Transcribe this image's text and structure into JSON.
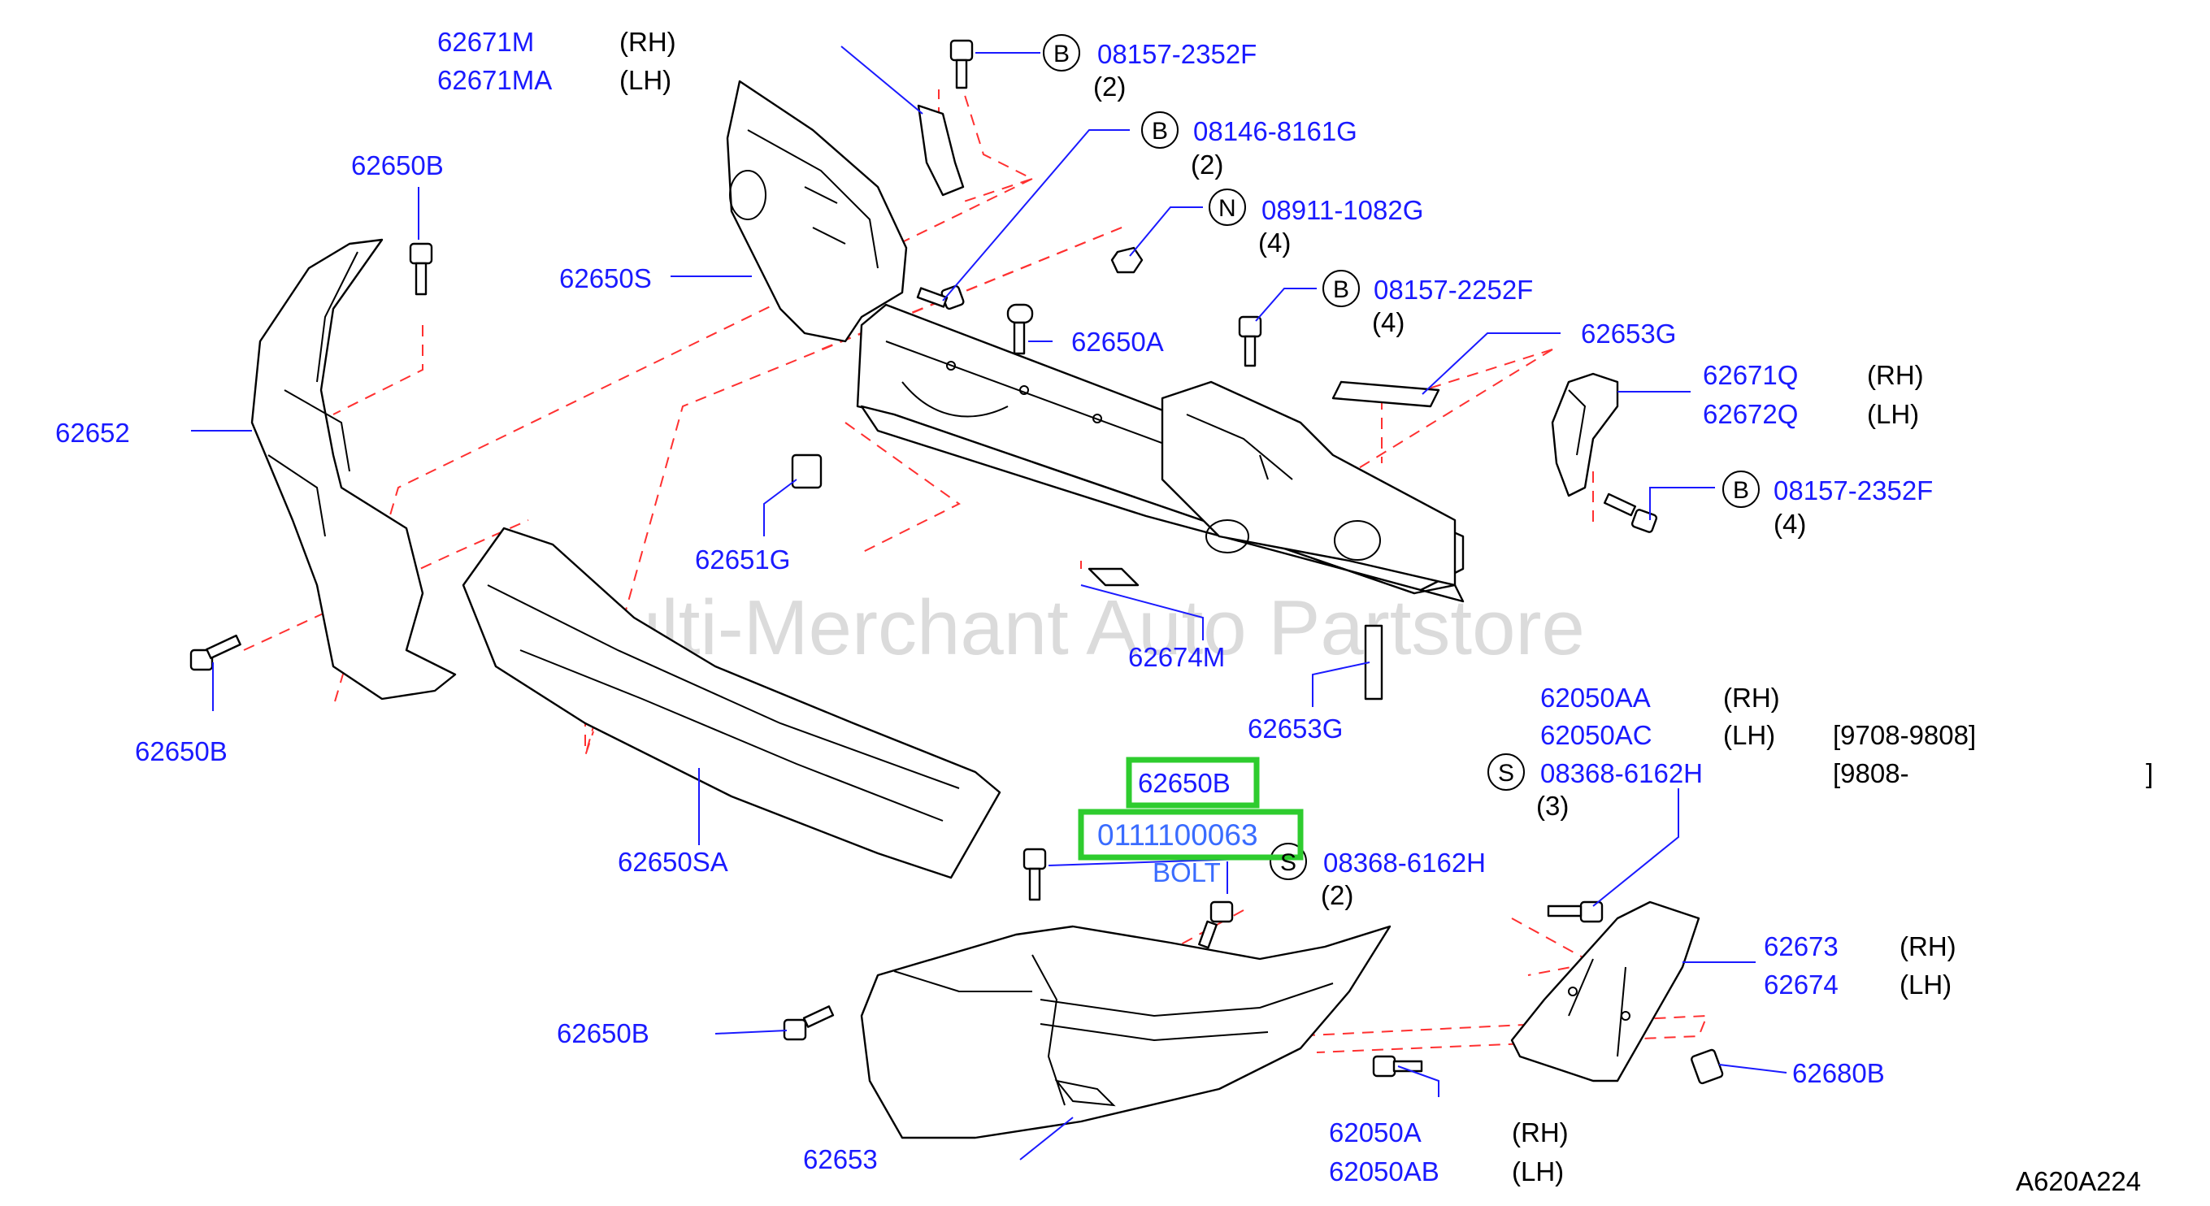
{
  "watermark": "Multi-Merchant Auto Partstore",
  "diagram_code": "A620A224",
  "labels": {
    "p62671M": "62671M",
    "rh1": "(RH)",
    "p62671MA": "62671MA",
    "lh1": "(LH)",
    "b_top": "B",
    "p08157_2352F_top": "08157-2352F",
    "q_top": "(2)",
    "b_2": "B",
    "p08146_8161G": "08146-8161G",
    "q_2": "(2)",
    "n_3": "N",
    "p08911_1082G": "08911-1082G",
    "q_3": "(4)",
    "b_4": "B",
    "p08157_2252F": "08157-2252F",
    "q_4": "(4)",
    "p62650B_top": "62650B",
    "p62650S": "62650S",
    "p62650A": "62650A",
    "p62653G_top": "62653G",
    "p62671Q": "62671Q",
    "rh2": "(RH)",
    "p62672Q": "62672Q",
    "lh2": "(LH)",
    "b_5": "B",
    "p08157_2352F_right": "08157-2352F",
    "q_5": "(4)",
    "p62652": "62652",
    "p62651G": "62651G",
    "p62674M": "62674M",
    "p62653G_mid": "62653G",
    "p62650B_left": "62650B",
    "p62050AA": "62050AA",
    "rh3": "(RH)",
    "p62050AC": "62050AC",
    "lh3": "(LH)",
    "date1": "[9708-9808]",
    "s_1": "S",
    "p08368_6162H_a": "08368-6162H",
    "date2": "[9808-",
    "date2_close": "]",
    "q_6": "(3)",
    "hl_part": "62650B",
    "hl_code": "0111100063",
    "bolt": "BOLT",
    "s_2": "S",
    "p08368_6162H_b": "08368-6162H",
    "q_7": "(2)",
    "p62650SA": "62650SA",
    "p62650B_low": "62650B",
    "p62673": "62673",
    "rh4": "(RH)",
    "p62674": "62674",
    "lh4": "(LH)",
    "p62680B": "62680B",
    "p62653": "62653",
    "p62050A": "62050A",
    "rh5": "(RH)",
    "p62050AB": "62050AB",
    "lh5": "(LH)"
  }
}
